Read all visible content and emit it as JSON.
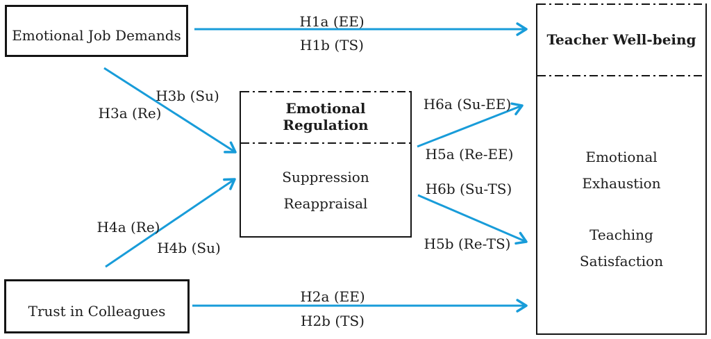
{
  "diagram": {
    "colors": {
      "arrow": "#189cd9",
      "line": "#141414",
      "text": "#1c1c1c",
      "background": "#ffffff"
    },
    "boxes": {
      "emotional_job_demands": {
        "label": "Emotional Job Demands"
      },
      "trust_in_colleagues": {
        "label": "Trust in Colleagues"
      },
      "emotional_regulation": {
        "title": "Emotional Regulation",
        "items": [
          "Suppression",
          "Reappraisal"
        ]
      },
      "teacher_well_being": {
        "title": "Teacher Well-being",
        "lines": [
          "Emotional",
          "Exhaustion",
          "Teaching",
          "Satisfaction"
        ]
      }
    },
    "arrow_labels": {
      "h1a": "H1a (EE)",
      "h1b": "H1b (TS)",
      "h2a": "H2a (EE)",
      "h2b": "H2b (TS)",
      "h3a": "H3a (Re)",
      "h3b": "H3b (Su)",
      "h4a": "H4a (Re)",
      "h4b": "H4b (Su)",
      "h5a": "H5a (Re-EE)",
      "h5b": "H5b (Re-TS)",
      "h6a": "H6a (Su-EE)",
      "h6b": "H6b (Su-TS)"
    }
  }
}
